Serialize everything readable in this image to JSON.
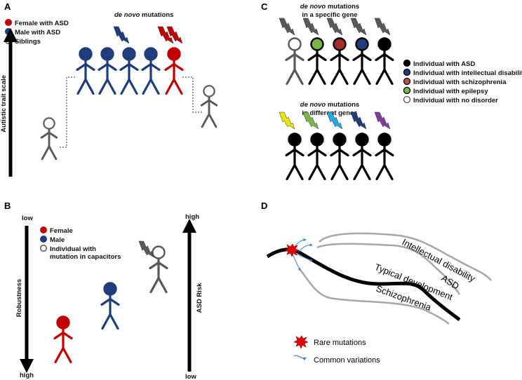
{
  "colors": {
    "female": "#c00000",
    "male": "#1f3d7a",
    "sibling": "#595959",
    "asd": "#000000",
    "intellectual_disability": "#1f3d7a",
    "schizophrenia": "#a52a2a",
    "epilepsy": "#7ab648",
    "no_disorder": "#ffffff",
    "bolt_gray": "#595959"
  },
  "panelA": {
    "label": "A",
    "legend": [
      "Female with ASD",
      "Male with ASD",
      "Siblings"
    ],
    "mutations_title_italic": "de novo",
    "mutations_title_rest": " mutations",
    "axis_label": "Autistic trait scale"
  },
  "panelB": {
    "label": "B",
    "legend": [
      "Female",
      "Male",
      "Individual with",
      "mutation in capacitors"
    ],
    "left_top": "low",
    "left_bottom": "high",
    "left_axis_label": "Robustness",
    "right_top": "high",
    "right_bottom": "low",
    "right_axis_label": "ASD Risk"
  },
  "panelC": {
    "label": "C",
    "top_title_italic": "de novo",
    "top_title_rest": " mutations",
    "top_title_line2": "in a specific gene",
    "bottom_title_italic": "de novo",
    "bottom_title_rest": " mutations",
    "bottom_title_line2": "in different genes",
    "legend": [
      "Individual with ASD",
      "Individual with intellectual disability",
      "Individual with schizophrenia",
      "Individual with epilepsy",
      "Individual with no disorder"
    ],
    "bolt_colors": [
      "#e6e600",
      "#7ab648",
      "#29a8e0",
      "#1f3d7a",
      "#7b3fa0"
    ]
  },
  "panelD": {
    "label": "D",
    "paths": [
      "Intellectual disability",
      "ASD",
      "Typical development",
      "Schizophrenia"
    ],
    "legend": [
      "Rare mutations",
      "Common variations"
    ]
  }
}
